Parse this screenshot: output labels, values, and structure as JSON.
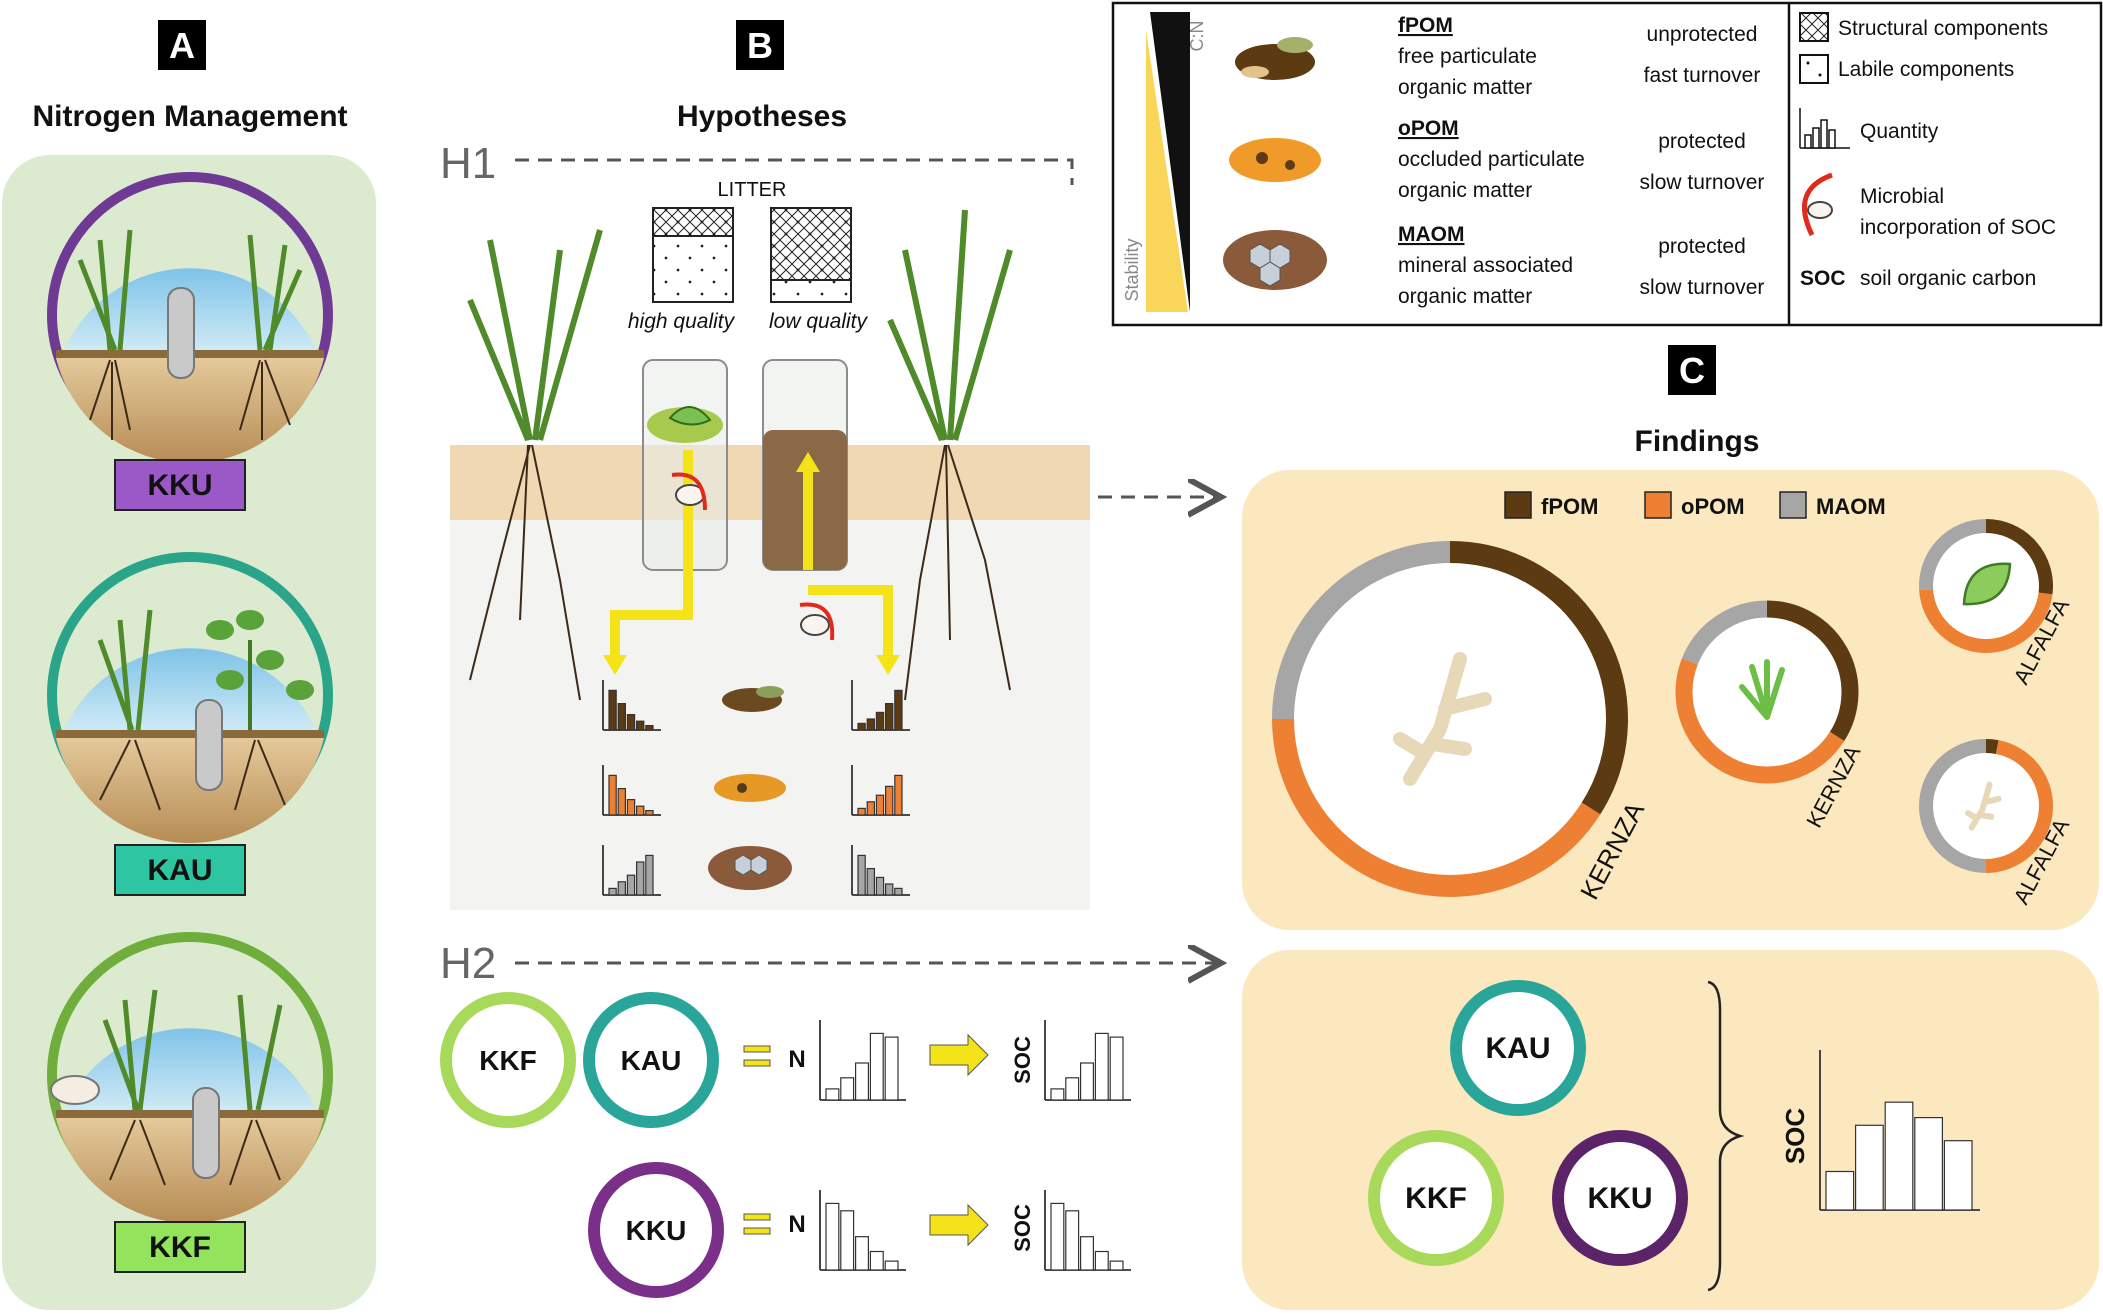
{
  "panels": {
    "a": {
      "letter": "A",
      "title": "Nitrogen Management",
      "treatments": [
        {
          "label": "KKU",
          "color": "#9b59c8",
          "ring": "#6e3a93"
        },
        {
          "label": "KAU",
          "color": "#2ec6a2",
          "ring": "#2aa58a"
        },
        {
          "label": "KKF",
          "color": "#93e35d",
          "ring": "#6fae3d"
        }
      ]
    },
    "b": {
      "letter": "B",
      "title": "Hypotheses",
      "h1": "H1",
      "h2": "H2",
      "litter_label": "LITTER",
      "high_quality": "high quality",
      "low_quality": "low quality",
      "h2_rows": [
        {
          "circles": [
            "KKF",
            "KAU"
          ],
          "n_label": "N",
          "soc_label": "SOC"
        },
        {
          "circles": [
            "KKU"
          ],
          "n_label": "N",
          "soc_label": "SOC"
        }
      ]
    },
    "c": {
      "letter": "C",
      "title": "Findings",
      "soc_label": "SOC",
      "circles": [
        "KAU",
        "KKF",
        "KKU"
      ]
    }
  },
  "legend": {
    "cn_label": "C:N",
    "stability_label": "Stability",
    "pools": [
      {
        "abbr": "fPOM",
        "line1": "free particulate",
        "line2": "organic matter",
        "status": "unprotected",
        "turnover": "fast turnover"
      },
      {
        "abbr": "oPOM",
        "line1": "occluded particulate",
        "line2": "organic matter",
        "status": "protected",
        "turnover": "slow turnover"
      },
      {
        "abbr": "MAOM",
        "line1": "mineral associated",
        "line2": "organic matter",
        "status": "protected",
        "turnover": "slow turnover"
      }
    ],
    "keys": {
      "structural": "Structural components",
      "labile": "Labile components",
      "quantity": "Quantity",
      "microbial_line1": "Microbial",
      "microbial_line2": "incorporation of SOC",
      "soc_abbr": "SOC",
      "soc_text": "soil organic carbon"
    }
  },
  "chart_data": {
    "type": "donut",
    "legend": [
      {
        "name": "fPOM",
        "color": "#5c3a12"
      },
      {
        "name": "oPOM",
        "color": "#ee8033"
      },
      {
        "name": "MAOM",
        "color": "#a6a6a6"
      }
    ],
    "donuts": [
      {
        "label": "KERNZA",
        "icon": "root",
        "fractions": {
          "fPOM": 0.34,
          "oPOM": 0.41,
          "MAOM": 0.25
        }
      },
      {
        "label": "KERNZA",
        "icon": "leaf-grass",
        "fractions": {
          "fPOM": 0.34,
          "oPOM": 0.47,
          "MAOM": 0.19
        }
      },
      {
        "label": "ALFALFA",
        "icon": "leaf",
        "fractions": {
          "fPOM": 0.27,
          "oPOM": 0.47,
          "MAOM": 0.26
        }
      },
      {
        "label": "ALFALFA",
        "icon": "root",
        "fractions": {
          "fPOM": 0.03,
          "oPOM": 0.47,
          "MAOM": 0.5
        }
      }
    ]
  },
  "colors": {
    "panel_a_bg": "#dcebd0",
    "findings_bg": "#fbe8bf",
    "fpom": "#5c3a12",
    "opom": "#ee8033",
    "maom": "#a6a6a6",
    "arrow_yellow": "#f5e31a",
    "microbe_red": "#e02a1c",
    "stability_yellow": "#f9d65a"
  }
}
